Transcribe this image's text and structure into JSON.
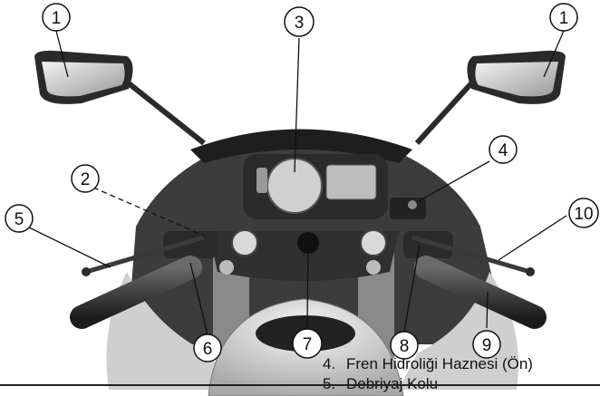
{
  "callouts": [
    "1",
    "1",
    "2",
    "3",
    "4",
    "5",
    "6",
    "7",
    "8",
    "9",
    "10"
  ],
  "legend": [
    {
      "number": "4.",
      "text": "Fren Hidroliği Haznesi (Ön)"
    },
    {
      "number": "5.",
      "text": "Debriyaj Kolu"
    }
  ]
}
